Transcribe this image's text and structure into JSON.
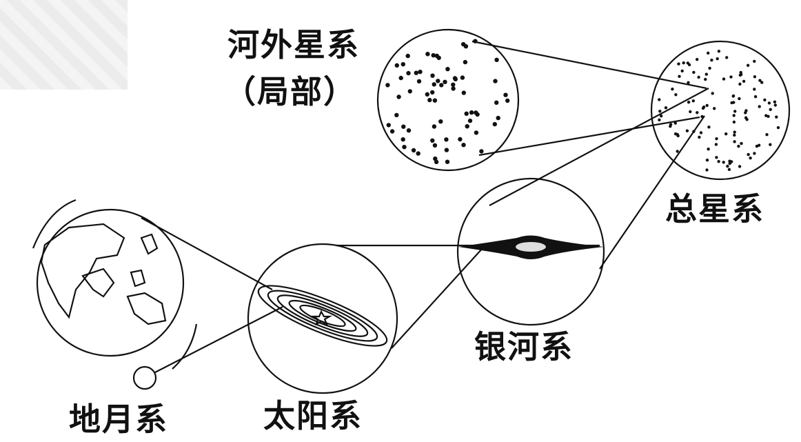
{
  "labels": {
    "extragalactic": "河外星系",
    "extragalactic_part": "（局部）",
    "universe": "总星系",
    "milky_way": "银河系",
    "earth_moon": "地月系",
    "solar_system": "太阳系"
  },
  "colors": {
    "ink": "#111111",
    "background": "#ffffff"
  }
}
